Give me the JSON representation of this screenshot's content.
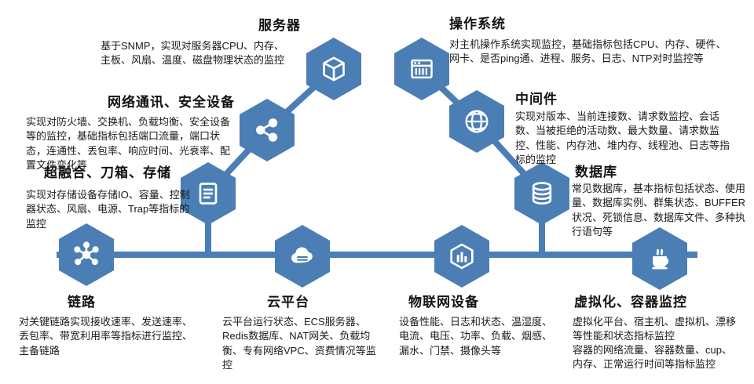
{
  "diagram": {
    "accent_color": "#4a7eb5",
    "text_color": "#1a1a1a",
    "background_color": "#ffffff"
  },
  "nodes": {
    "server": {
      "title": "服务器",
      "desc": "基于SNMP，实现对服务器CPU、内存、主板、风扇、温度、磁盘物理状态的监控",
      "icon": "cube-icon"
    },
    "os": {
      "title": "操作系统",
      "desc": "对主机操作系统实现监控，基础指标包括CPU、内存、硬件、网卡、是否ping通、进程、服务、日志、NTP对时监控等",
      "icon": "server-rack-icon"
    },
    "network": {
      "title": "网络通讯、安全设备",
      "desc": "实现对防火墙、交换机、负载均衡、安全设备等的监控，基础指标包括端口流量，端口状态，连通性、丢包率、响应时间、光衰率、配置文件变化等",
      "icon": "share-nodes-icon"
    },
    "middleware": {
      "title": "中间件",
      "desc": "实现对版本、当前连接数、请求数监控、会话数、当被拒绝的活动数、最大数量、请求数监控、性能、内存池、堆内存、线程池、日志等指标的监控",
      "icon": "globe-icon"
    },
    "storage": {
      "title": "超融合、刀箱、存储",
      "desc": "实现对存储设备存储IO、容量、控制器状态、风扇、电源、Trap等指标的监控",
      "icon": "scroll-icon"
    },
    "database": {
      "title": "数据库",
      "desc": "常见数据库，基本指标包括状态、使用量、数据库实例、群集状态、BUFFER状况、死锁信息、数据库文件、多种执行语句等",
      "icon": "database-cylinder-icon"
    },
    "link": {
      "title": "链路",
      "desc": "对关键链路实现接收速率、发送速率、丢包率、带宽利用率等指标进行监控、主备链路",
      "icon": "hub-icon"
    },
    "cloud": {
      "title": "云平台",
      "desc": "云平台运行状态、ECS服务器、Redis数据库、NAT网关、负载均衡、专有网络VPC、资费情况等监控",
      "icon": "cloud-icon"
    },
    "iot": {
      "title": "物联网设备",
      "desc": "设备性能、日志和状态、温湿度、电流、电压、功率、负载、烟感、漏水、门禁、摄像头等",
      "icon": "iot-box-icon"
    },
    "virtualization": {
      "title": "虚拟化、容器监控",
      "desc": "虚拟化平台、宿主机、虚拟机、漂移等性能和状态指标监控",
      "desc2": "容器的网络流量、容器数量、cup、内存、正常运行时间等指标监控",
      "icon": "java-cup-icon"
    }
  }
}
